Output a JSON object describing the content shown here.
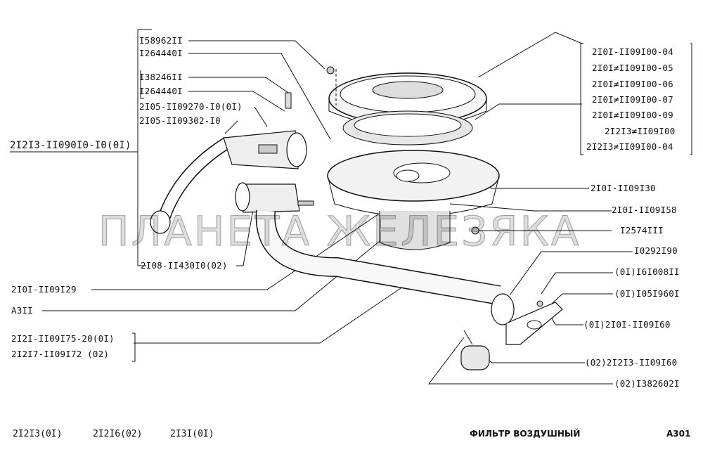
{
  "diagram": {
    "labels_left": {
      "l1": "I58962II",
      "l2": "I264440I",
      "l3": "I38246II",
      "l4": "I264440I",
      "l5": "2I05-II09270-I0(0I)",
      "l6": "2I05-II09302-I0",
      "l7": "2I2I3-II090I0-I0(0I)",
      "l8": "2I08-II430I0(02)",
      "l9": "2I0I-II09I29",
      "l10": "A3II",
      "l11": "2I2I-II09I75-20(0I)",
      "l12": "2I2I7-II09I72   (02)"
    },
    "labels_right": {
      "r1": "2I0I-II09I00-04",
      "r2": "2I0I≠II09I00-05",
      "r3": "2I0I≠II09I00-06",
      "r4": "2I0I≠II09I00-07",
      "r5": "2I0I≠II09I00-09",
      "r6": "2I2I3≠II09I00",
      "r7": "2I2I3≠II09I00-04",
      "r8": "2I0I-II09I30",
      "r9": "2I0I-II09I58",
      "r10": "I2574III",
      "r11": "I0292I90",
      "r12": "(0I)I6I008II",
      "r13": "(0I)I05I960I",
      "r14": "(0I)2I0I-II09I60",
      "r15": "(02)2I2I3-II09I60",
      "r16": "(02)I382602I"
    },
    "watermark": "ПЛАНЕТА ЖЕЛЕЗЯКА"
  },
  "footer": {
    "model1": "2I2I3(0I)",
    "model2": "2I2I6(02)",
    "model3": "2I3I(0I)",
    "title": "ФИЛЬТР ВОЗДУШНЫЙ",
    "code": "A301"
  }
}
